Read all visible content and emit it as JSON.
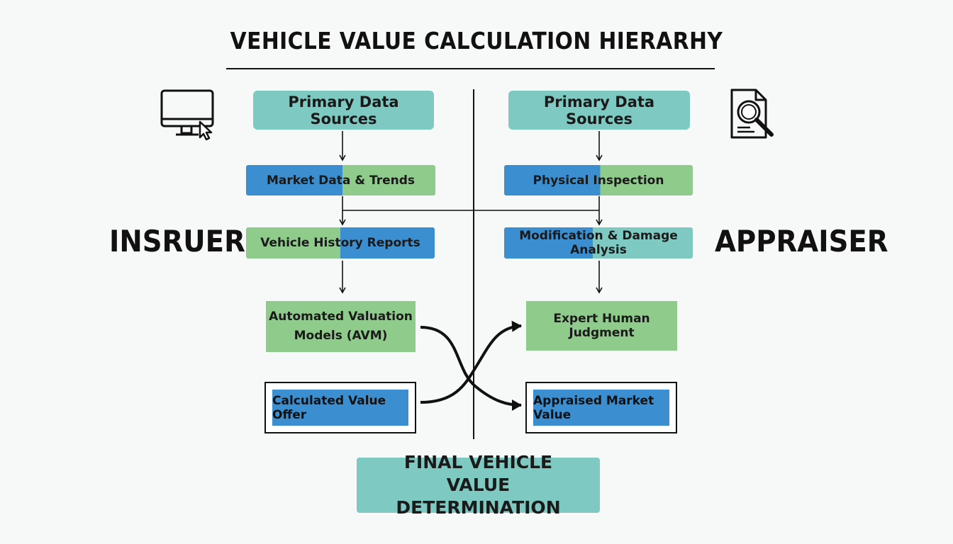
{
  "title": "VEHICLE VALUE CALCULATION HIERARHY",
  "left": {
    "label": "INSRUER",
    "icon": "computer-monitor-cursor-icon",
    "boxes": {
      "primary": "Primary Data Sources",
      "market": "Market Data & Trends",
      "history": "Vehicle History Reports",
      "avm_line1": "Automated Valuation",
      "avm_line2": "Models (AVM)",
      "offer": "Calculated Value Offer"
    }
  },
  "right": {
    "label": "APPRAISER",
    "icon": "document-magnifier-icon",
    "boxes": {
      "primary": "Primary Data Sources",
      "inspection": "Physical Inspection",
      "modification": "Modification & Damage Analysis",
      "judgment": "Expert Human Judgment",
      "appraised": "Appraised Market Value"
    }
  },
  "final_line1": "FINAL VEHICLE VALUE",
  "final_line2": "DETERMINATION",
  "colors": {
    "teal": "#7ecac3",
    "green": "#8fcc8b",
    "blue": "#3b8fd1",
    "line": "#111111"
  }
}
